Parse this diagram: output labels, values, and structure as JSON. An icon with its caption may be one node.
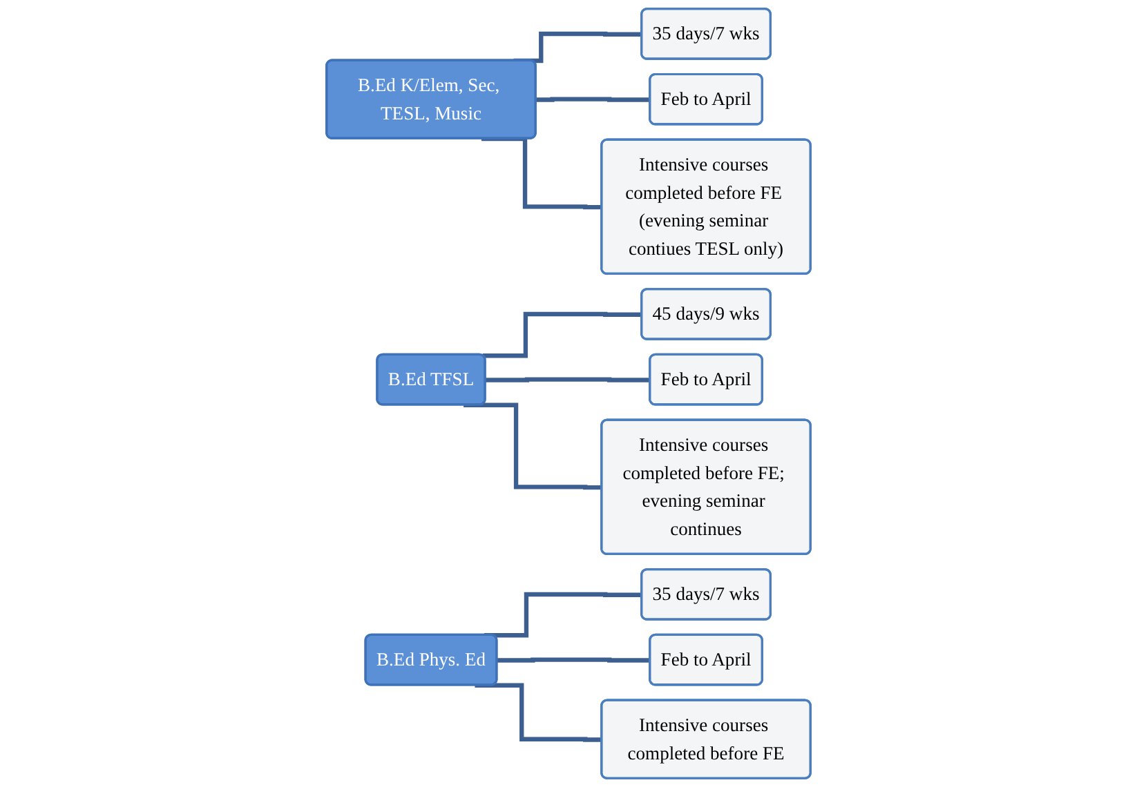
{
  "diagram": {
    "nodes": [
      {
        "text": [
          "B.Ed K/Elem, Sec, TESL, Music"
        ]
      },
      {
        "text": [
          "35 days/7 wks"
        ]
      },
      {
        "text": [
          "Feb to April"
        ]
      },
      {
        "text": [
          "Intensive courses completed before FE (evening seminar contiues TESL only)"
        ]
      },
      {
        "text": [
          "B.Ed TFSL"
        ]
      },
      {
        "text": [
          "45 days/9 wks"
        ]
      },
      {
        "text": [
          "Feb to April"
        ]
      },
      {
        "text": [
          "Intensive courses completed before FE; evening seminar continues"
        ]
      },
      {
        "text": [
          "B.Ed Phys. Ed"
        ]
      },
      {
        "text": [
          "35 days/7 wks"
        ]
      },
      {
        "text": [
          "Feb to April"
        ]
      },
      {
        "text": [
          "Intensive courses completed before FE"
        ]
      }
    ],
    "edges": [
      {
        "from": 0,
        "to": 1,
        "arrow": "none"
      },
      {
        "from": 0,
        "to": 2,
        "arrow": "none"
      },
      {
        "from": 0,
        "to": 3,
        "arrow": "none"
      },
      {
        "from": 4,
        "to": 5,
        "arrow": "none"
      },
      {
        "from": 4,
        "to": 6,
        "arrow": "none"
      },
      {
        "from": 4,
        "to": 7,
        "arrow": "none"
      },
      {
        "from": 8,
        "to": 9,
        "arrow": "none"
      },
      {
        "from": 8,
        "to": 10,
        "arrow": "none"
      },
      {
        "from": 8,
        "to": 11,
        "arrow": "none"
      }
    ]
  }
}
